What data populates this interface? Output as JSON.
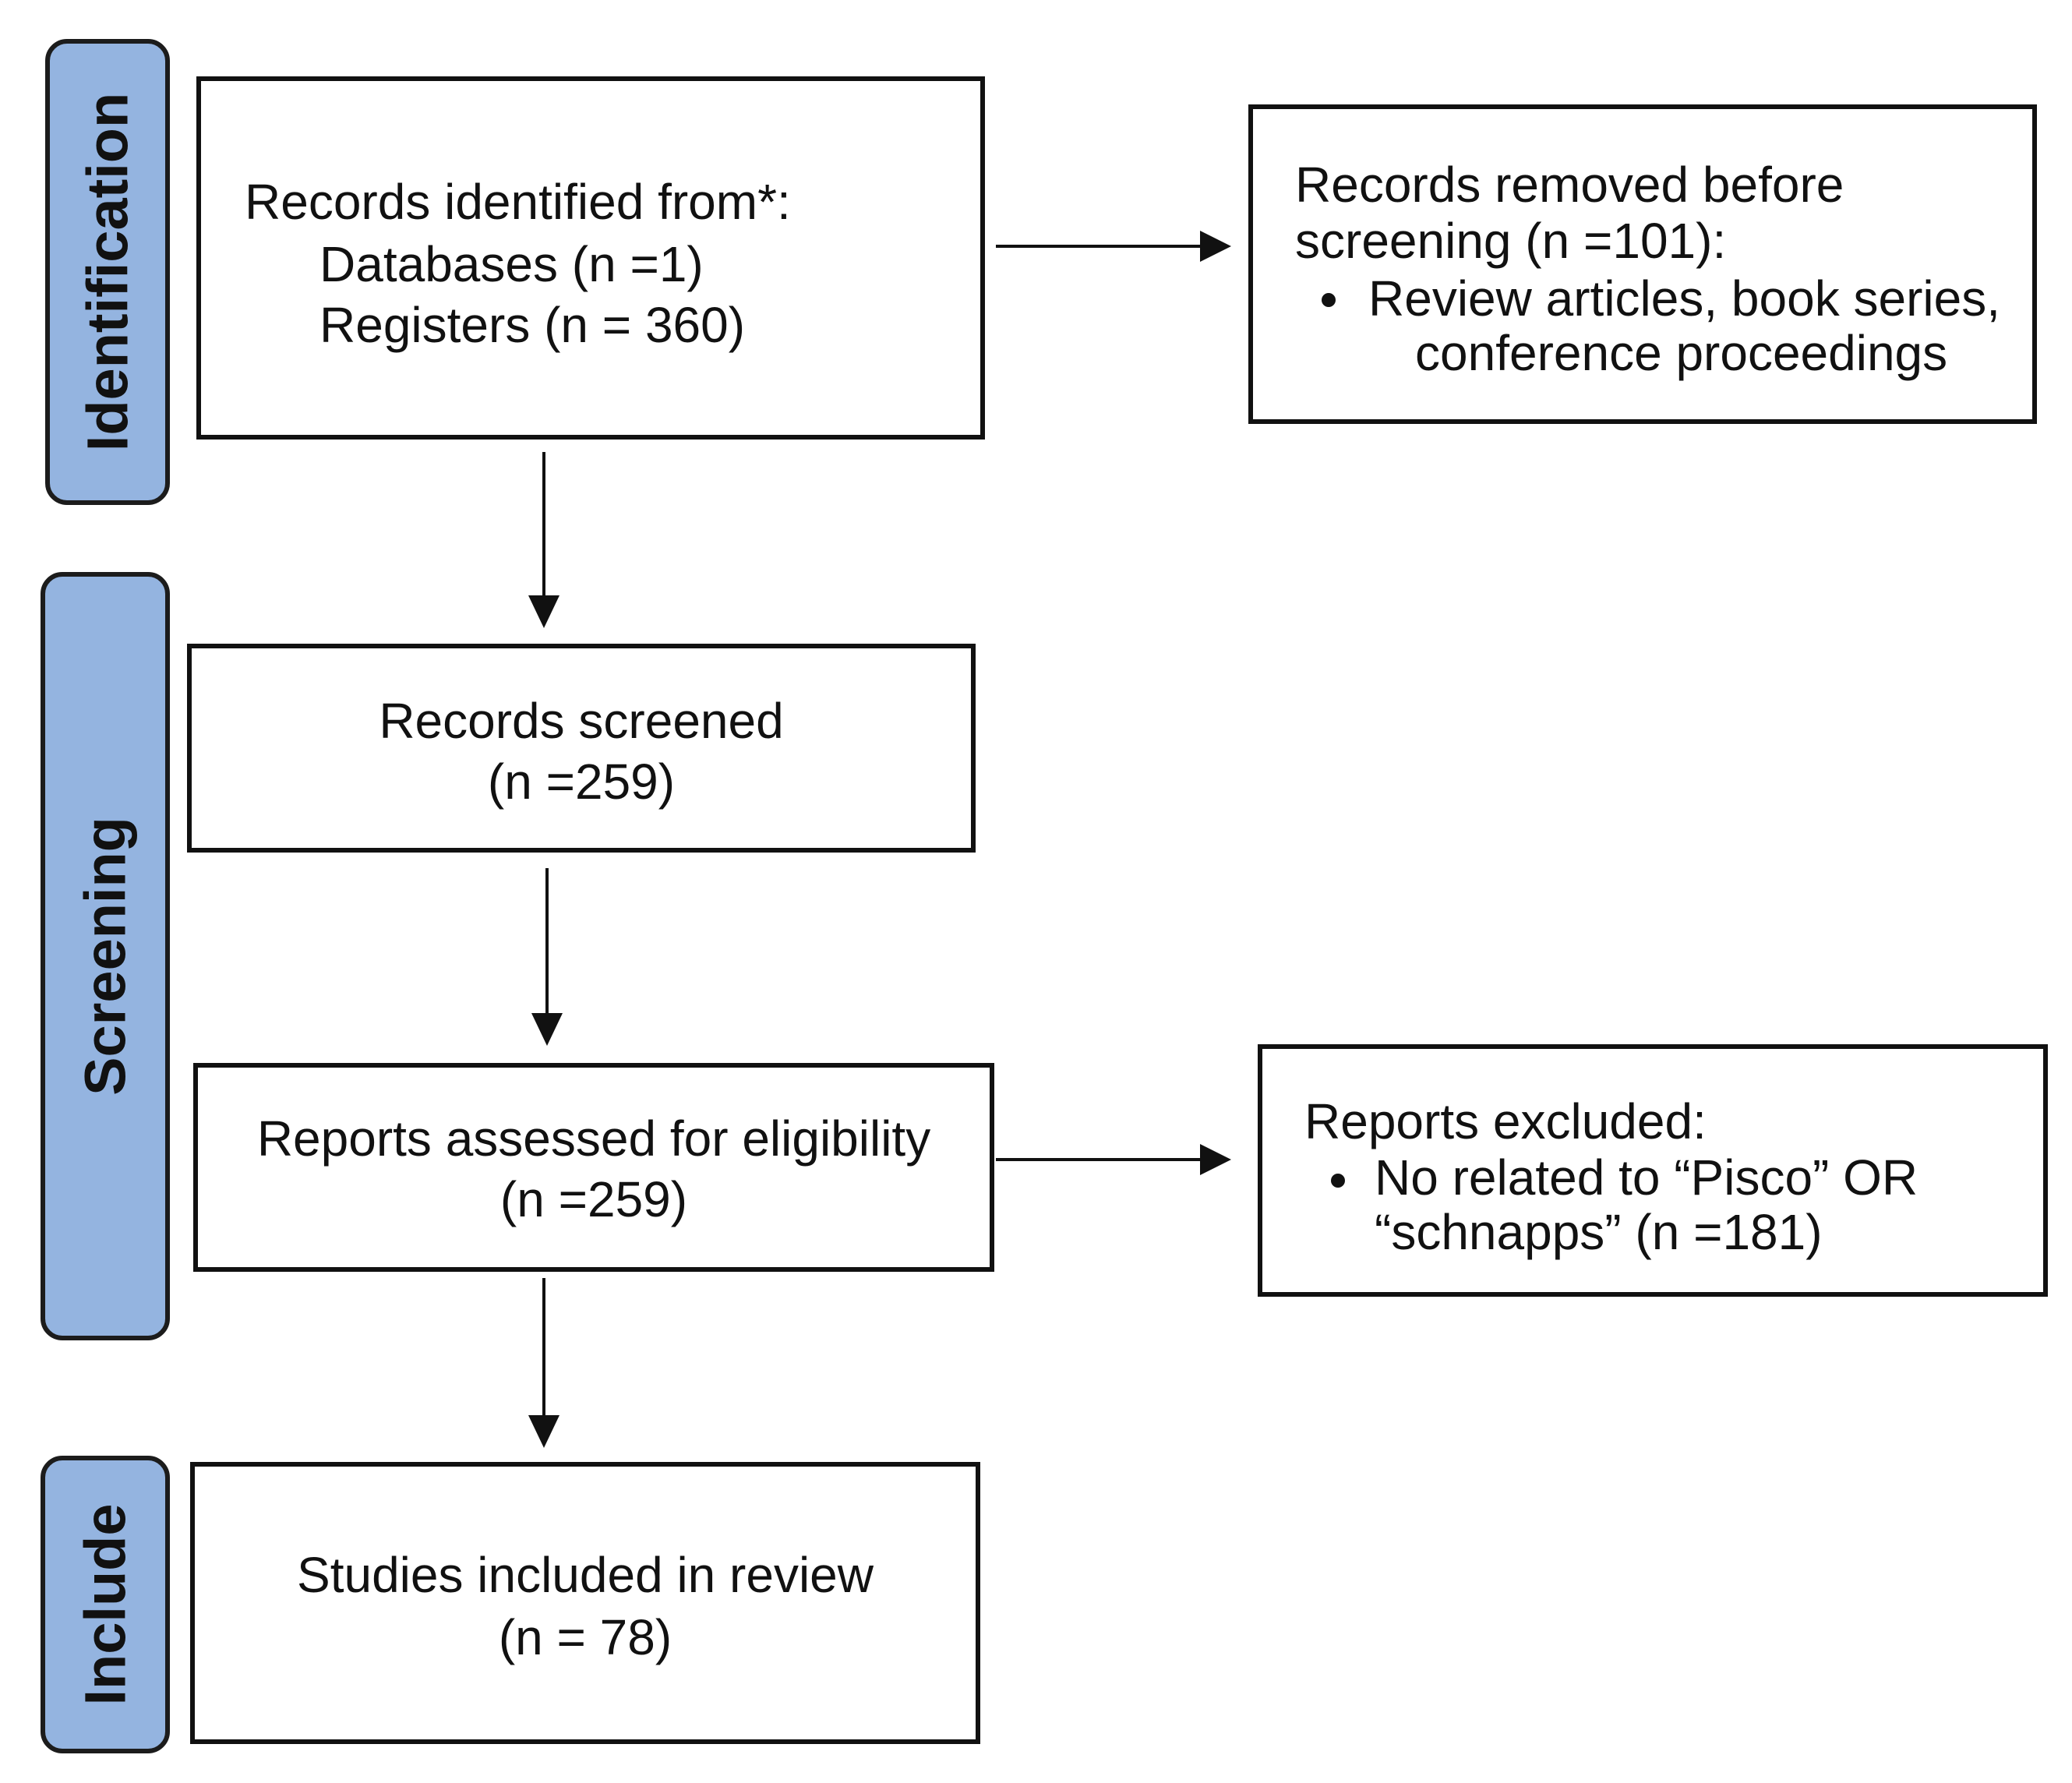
{
  "stages": {
    "identification": "Identification",
    "screening": "Screening",
    "include": "Include"
  },
  "identified": {
    "title": "Records identified from*:",
    "databases": "Databases (n =1)",
    "registers": "Registers (n = 360)"
  },
  "removed": {
    "line1": "Records removed before",
    "line2": "screening (n =101):",
    "bullet_line1": "Review articles, book series,",
    "bullet_line2": "conference proceedings"
  },
  "screened": {
    "title": "Records screened",
    "count": "(n =259)"
  },
  "assessed": {
    "title": "Reports assessed for eligibility",
    "count": "(n =259)"
  },
  "excluded": {
    "title": "Reports excluded:",
    "bullet_line1": "No related to “Pisco” OR",
    "bullet_line2": "“schnapps” (n =181)"
  },
  "included": {
    "title": "Studies included in review",
    "count": "(n = 78)"
  },
  "colors": {
    "stage_fill": "#94b4e0",
    "stroke": "#111111"
  }
}
